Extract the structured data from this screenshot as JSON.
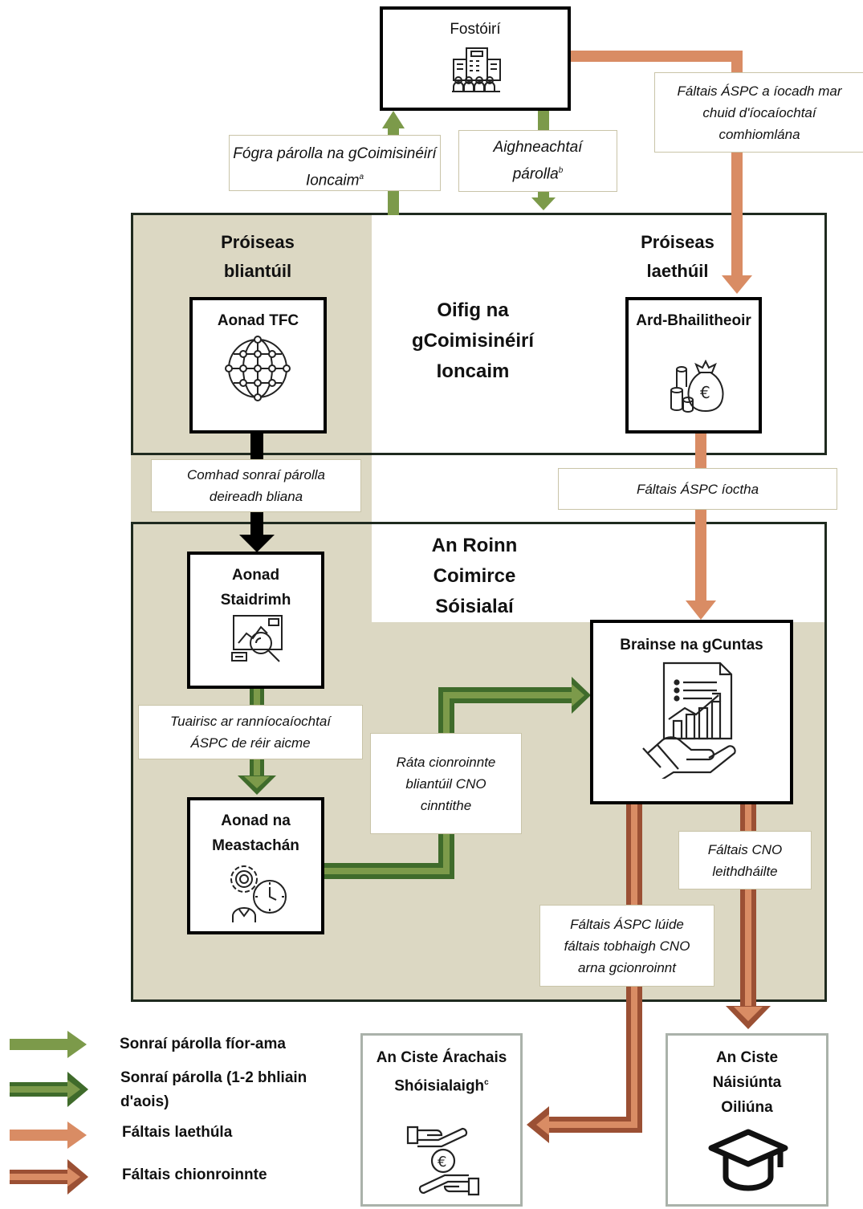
{
  "employer": {
    "title": "Fostóirí",
    "icon": "office-building-icon"
  },
  "labels": {
    "payroll_notification": "Fógra párolla na gCoimisinéirí Ioncaim",
    "payroll_notification_sup": "a",
    "payroll_submissions": "Aighneachtaí párolla",
    "payroll_submissions_sup": "b",
    "prsi_receipts_paid": "Fáltais ÁSPC a íocadh mar chuid d'íocaíochtaí comhiomlána",
    "year_end_file": "Comhad sonraí párolla deireadh bliana",
    "prsi_receipts_lodged": "Fáltais ÁSPC íoctha",
    "class_report": "Tuairisc ar ranníocaíochtaí ÁSPC de réir aicme",
    "apportion_rate": "Ráta cionroinnte bliantúil CNO cinntithe",
    "nti_allocated": "Fáltais CNO leithdháilte",
    "prsi_less_nti": "Fáltais ÁSPC lúide fáltais tobhaigh CNO arna gcionroinnt"
  },
  "revenue": {
    "title": "Oifig na gCoimisinéirí Ioncaim",
    "annual_process": "Próiseas bliantúil",
    "daily_process": "Próiseas laethúil",
    "ict_unit": "Aonad TFC",
    "ict_icon": "network-globe-icon",
    "collector_general": "Ard-Bhailitheoir",
    "collector_icon": "money-bag-euro-icon"
  },
  "dsp": {
    "title": "An Roinn Coimirce Sóisialaí",
    "statistics_unit": "Aonad Staidrimh",
    "statistics_icon": "analysis-magnifier-icon",
    "estimates_unit": "Aonad na Meastachán",
    "estimates_icon": "gear-clock-icon",
    "accounts_branch": "Brainse na gCuntas",
    "accounts_icon": "document-chart-hand-icon"
  },
  "funds": {
    "social_insurance": "An Ciste Árachais Shóisialaigh",
    "social_insurance_sup": "c",
    "social_insurance_icon": "hands-euro-icon",
    "training": "An Ciste Náisiúnta Oiliúna",
    "training_icon": "graduation-cap-icon"
  },
  "legend": [
    {
      "label": "Sonraí párolla fíor-ama",
      "color": "#7c9a4a"
    },
    {
      "label": "Sonraí párolla (1-2 bhliain d'aois)",
      "color": "#3f6b2b"
    },
    {
      "label": "Fáltais laethúla",
      "color": "#d98c64"
    },
    {
      "label": "Fáltais chionroinnte",
      "color": "#9b5034"
    }
  ]
}
